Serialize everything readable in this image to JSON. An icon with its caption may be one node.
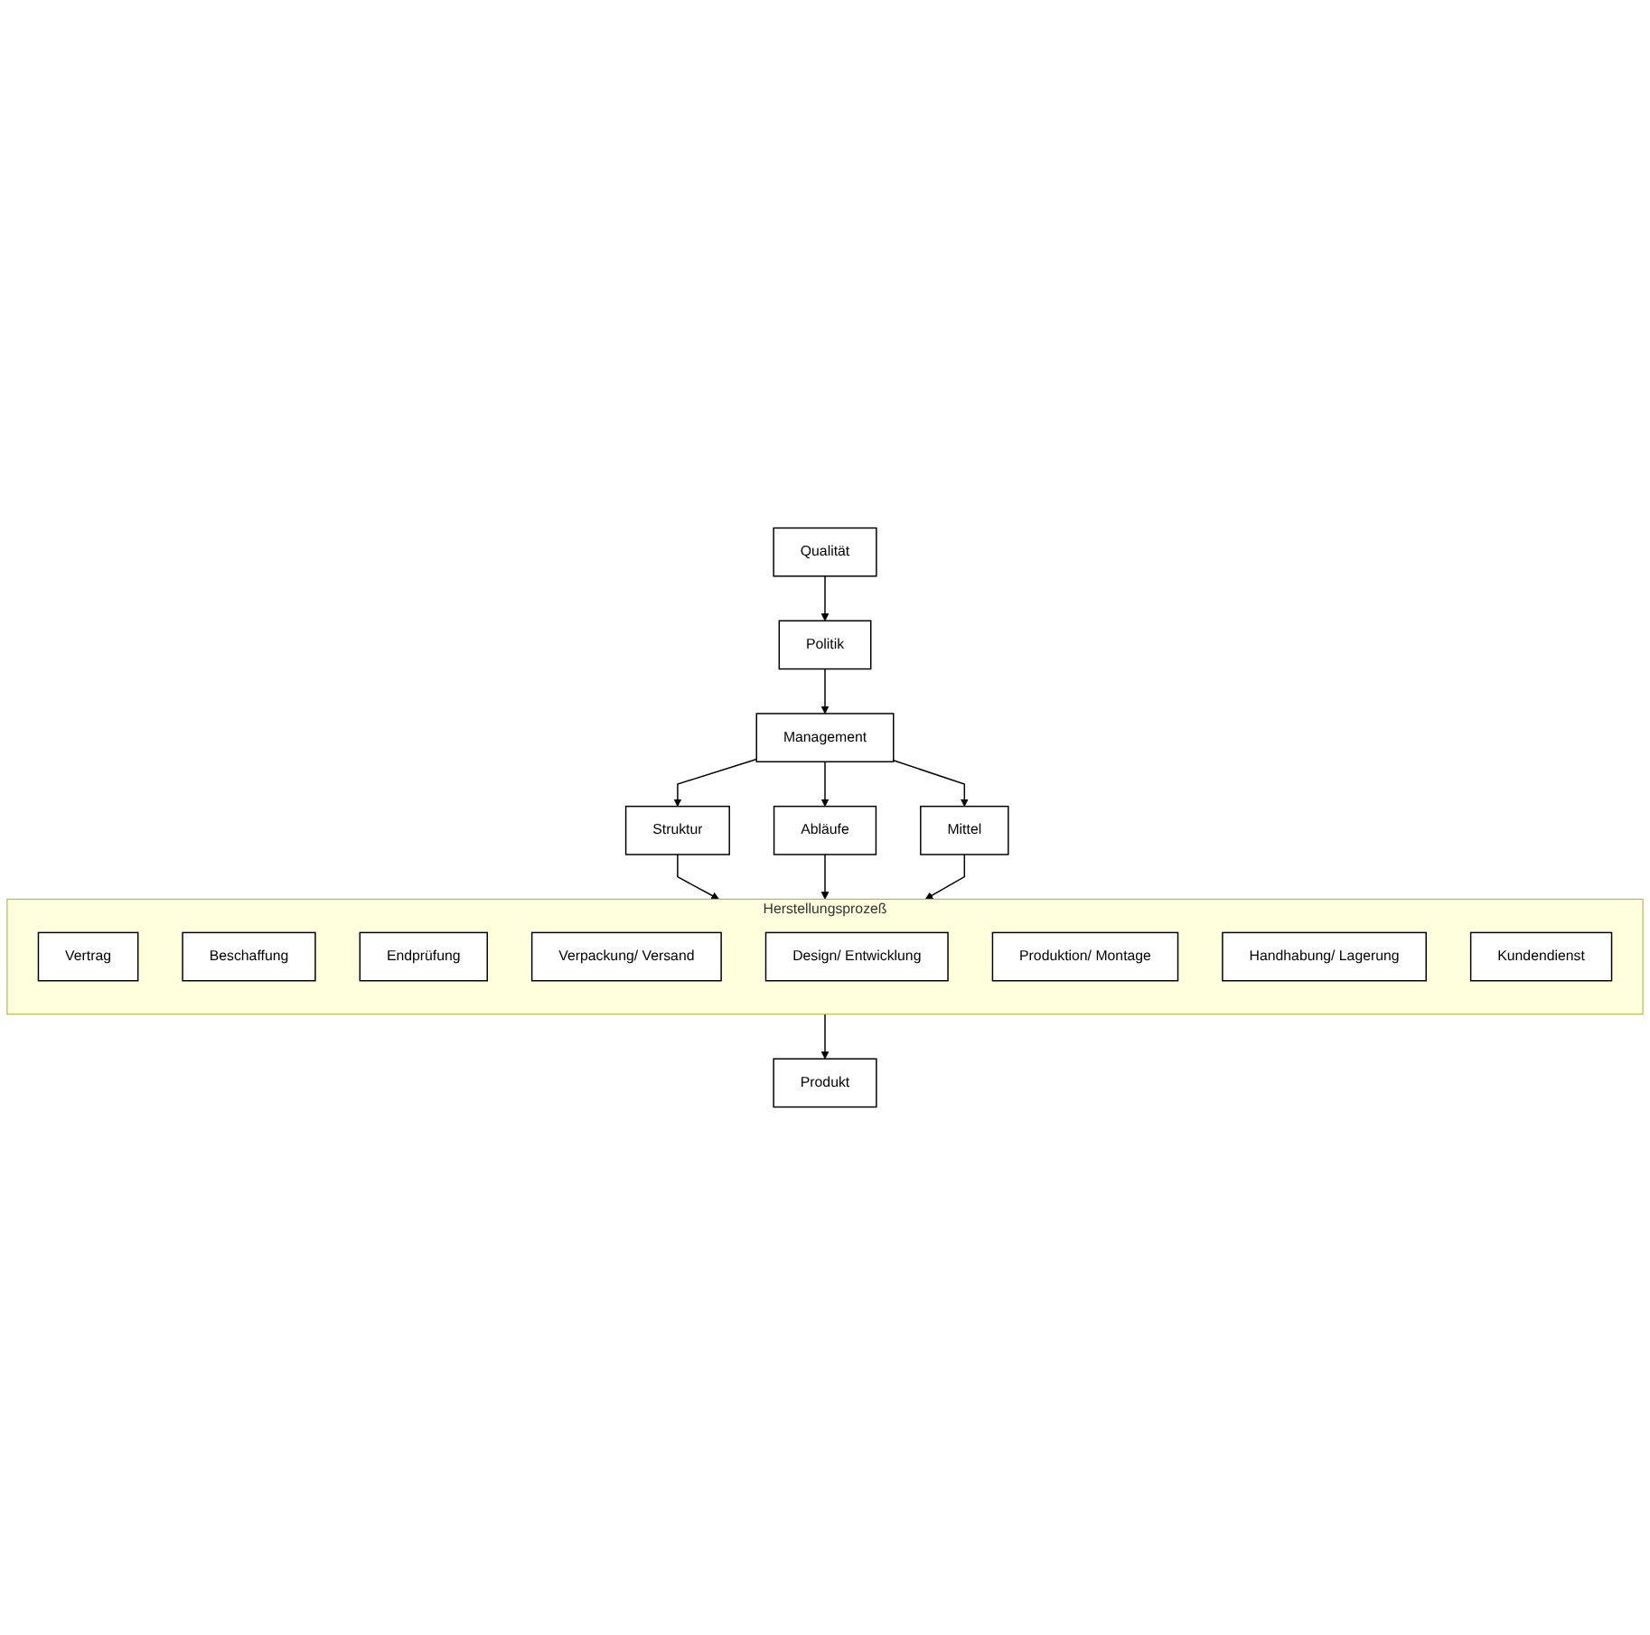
{
  "diagram": {
    "nodes": [
      {
        "text": [
          "Qualität"
        ]
      },
      {
        "text": [
          "Politik"
        ]
      },
      {
        "text": [
          "Management"
        ]
      },
      {
        "text": [
          "Struktur"
        ]
      },
      {
        "text": [
          "Abläufe"
        ]
      },
      {
        "text": [
          "Mittel"
        ]
      },
      {
        "text": [
          "Herstellungsprozeß"
        ]
      },
      {
        "text": [
          "Vertrag"
        ],
        "in": 6
      },
      {
        "text": [
          "Beschaffung"
        ],
        "in": 6
      },
      {
        "text": [
          "Endprüfung"
        ],
        "in": 6
      },
      {
        "text": [
          "Verpackung/ Versand"
        ],
        "in": 6
      },
      {
        "text": [
          "Design/ Entwicklung"
        ],
        "in": 6
      },
      {
        "text": [
          "Produktion/ Montage"
        ],
        "in": 6
      },
      {
        "text": [
          "Handhabung/ Lagerung"
        ],
        "in": 6
      },
      {
        "text": [
          "Kundendienst"
        ],
        "in": 6
      },
      {
        "text": [
          "Produkt"
        ]
      }
    ],
    "edges": [
      {
        "from": 0,
        "to": 1,
        "arrow": "to"
      },
      {
        "from": 1,
        "to": 2,
        "arrow": "to"
      },
      {
        "from": 2,
        "to": 3,
        "arrow": "to"
      },
      {
        "from": 2,
        "to": 4,
        "arrow": "to"
      },
      {
        "from": 2,
        "to": 5,
        "arrow": "to"
      },
      {
        "from": 3,
        "to": 6,
        "arrow": "to"
      },
      {
        "from": 4,
        "to": 6,
        "arrow": "to"
      },
      {
        "from": 5,
        "to": 6,
        "arrow": "to"
      },
      {
        "from": 6,
        "to": 15,
        "arrow": "to"
      }
    ]
  }
}
